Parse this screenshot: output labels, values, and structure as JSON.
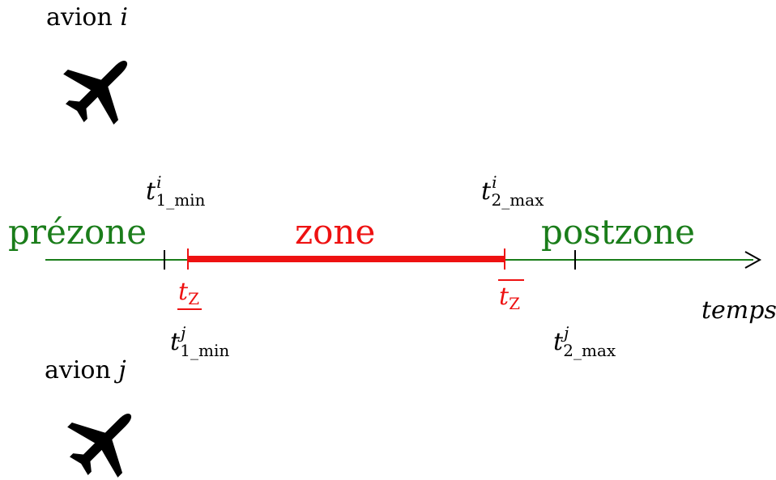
{
  "plane_i": {
    "label": "avion",
    "var": "i"
  },
  "plane_j": {
    "label": "avion",
    "var": "j"
  },
  "zones": {
    "pre": "prézone",
    "zone": "zone",
    "post": "postzone"
  },
  "markers": {
    "t1_i": {
      "base": "t",
      "sup": "i",
      "sub": "1_min"
    },
    "t2_i": {
      "base": "t",
      "sup": "i",
      "sub": "2_max"
    },
    "t1_j": {
      "base": "t",
      "sup": "j",
      "sub": "1_min"
    },
    "t2_j": {
      "base": "t",
      "sup": "j",
      "sub": "2_max"
    },
    "tz_low": {
      "base": "t",
      "sub": "Z"
    },
    "tz_high": {
      "base": "t",
      "sub": "Z"
    }
  },
  "axis_label": "temps",
  "colors": {
    "green": "#1a7d1a",
    "red": "#ee1111",
    "black": "#000000"
  },
  "icons": {
    "plane": "airplane-icon"
  }
}
